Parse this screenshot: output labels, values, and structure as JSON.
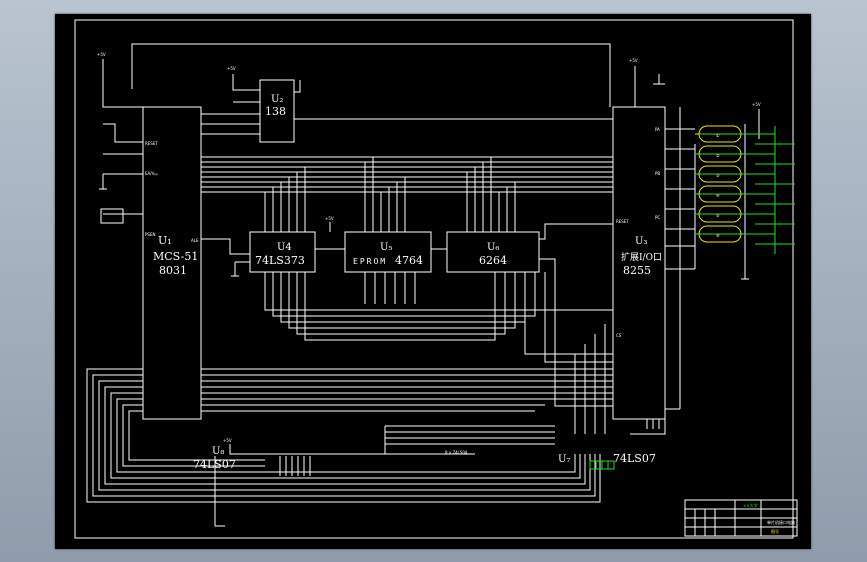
{
  "chips": {
    "u1": {
      "ref": "U₁",
      "name": "MCS-51",
      "part": "8031"
    },
    "u2": {
      "ref": "U₂",
      "part": "138"
    },
    "u3": {
      "ref": "U₃",
      "name": "扩展I/O口",
      "part": "8255"
    },
    "u4": {
      "ref": "U4",
      "part": "74LS373"
    },
    "u5": {
      "ref": "U₅",
      "name": "EPROM",
      "part": "4764"
    },
    "u6": {
      "ref": "U₆",
      "part": "6264"
    },
    "u7": {
      "ref": "U₇",
      "part": "74LS07"
    },
    "u8": {
      "ref": "U₈",
      "part": "74LS07"
    }
  },
  "pins": {
    "u1_reset": "RESET",
    "u1_ea": "EA/Vₚₚ",
    "u1_ale": "ALE",
    "u1_psen": "PSEN",
    "u3_reset": "RESET",
    "u3_cs": "CS",
    "u3_pa": "PA",
    "u3_pb": "PB",
    "u3_pc": "PC"
  },
  "power": {
    "vcc": "+5V",
    "gnd": "GND"
  },
  "leds": [
    "①",
    "②",
    "③",
    "④",
    "⑤",
    "⑥"
  ],
  "bus_note": "8 x 74LS04",
  "title_block": {
    "drawing_name": "单片机接口电路",
    "school": "××大学",
    "sheet": "图号"
  }
}
